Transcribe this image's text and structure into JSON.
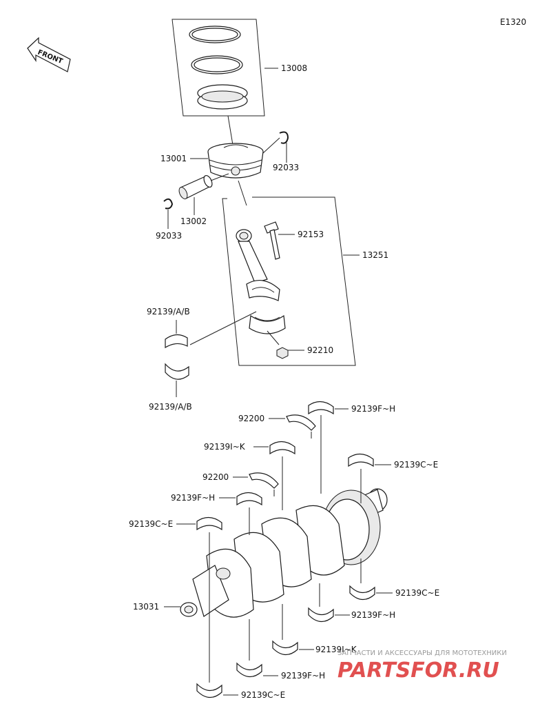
{
  "diagram_code": "E1320",
  "front_label": "FRONT",
  "callouts": {
    "piston_ring_set": "13008",
    "piston": "13001",
    "circlip_right": "92033",
    "piston_pin": "13002",
    "circlip_left": "92033",
    "con_rod_bolt": "92153",
    "con_rod_assy": "13251",
    "rod_bearing_upper": "92139/A/B",
    "rod_bearing_lower": "92139/A/B",
    "nut": "92210",
    "thrust_washer_upper": "92200",
    "main_bearing_fh_top": "92139F~H",
    "main_bearing_ik_top": "92139I~K",
    "main_bearing_ce_top_right": "92139C~E",
    "thrust_washer_lower": "92200",
    "main_bearing_fh_left": "92139F~H",
    "main_bearing_ce_left": "92139C~E",
    "crankshaft": "13031",
    "main_bearing_ce_lower_right": "92139C~E",
    "main_bearing_fh_lower_right": "92139F~H",
    "main_bearing_ik_bottom": "92139I~K",
    "main_bearing_fh_bottom": "92139F~H",
    "main_bearing_ce_bottom": "92139C~E"
  },
  "watermark": {
    "subtitle": "ЗАПЧАСТИ И АКСЕССУАРЫ ДЛЯ МОТОТЕХНИКИ",
    "logo": "PARTSFOR.RU"
  }
}
